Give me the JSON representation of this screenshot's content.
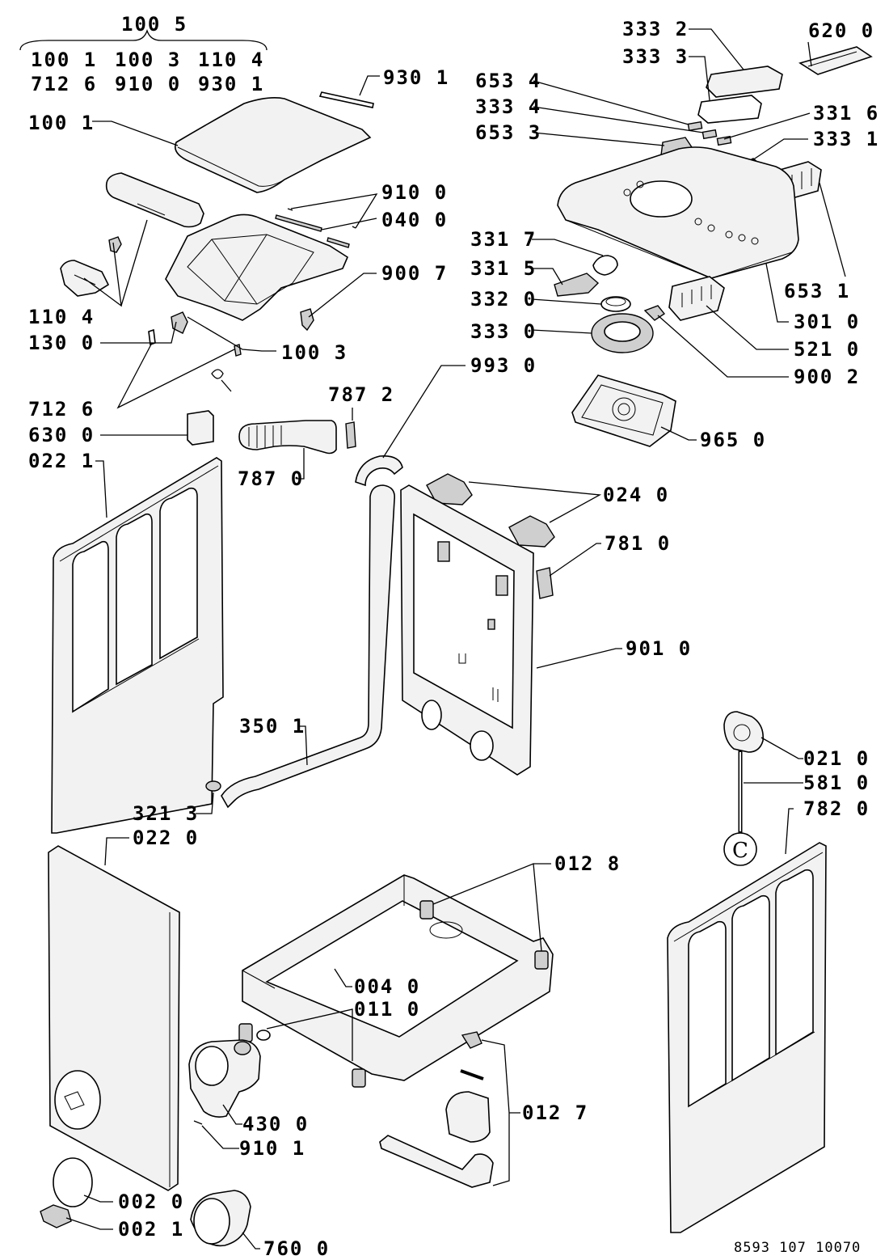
{
  "header": {
    "group_code": "100 5",
    "group_row1": [
      "100 1",
      "100 3",
      "110 4"
    ],
    "group_row2": [
      "712 6",
      "910 0",
      "930 1"
    ]
  },
  "labels": [
    {
      "id": "930-1",
      "text": "930 1"
    },
    {
      "id": "100-1",
      "text": "100 1"
    },
    {
      "id": "910-0",
      "text": "910 0"
    },
    {
      "id": "040-0",
      "text": "040 0"
    },
    {
      "id": "900-7",
      "text": "900 7"
    },
    {
      "id": "110-4",
      "text": "110 4"
    },
    {
      "id": "130-0",
      "text": "130 0"
    },
    {
      "id": "100-3",
      "text": "100 3"
    },
    {
      "id": "712-6",
      "text": "712 6"
    },
    {
      "id": "630-0",
      "text": "630 0"
    },
    {
      "id": "022-1",
      "text": "022 1"
    },
    {
      "id": "787-2",
      "text": "787 2"
    },
    {
      "id": "787-0",
      "text": "787 0"
    },
    {
      "id": "993-0",
      "text": "993 0"
    },
    {
      "id": "350-1",
      "text": "350 1"
    },
    {
      "id": "321-3",
      "text": "321 3"
    },
    {
      "id": "620-0",
      "text": "620 0"
    },
    {
      "id": "333-2",
      "text": "333 2"
    },
    {
      "id": "333-3",
      "text": "333 3"
    },
    {
      "id": "653-4",
      "text": "653 4"
    },
    {
      "id": "333-4",
      "text": "333 4"
    },
    {
      "id": "653-3",
      "text": "653 3"
    },
    {
      "id": "331-6",
      "text": "331 6"
    },
    {
      "id": "333-1",
      "text": "333 1"
    },
    {
      "id": "331-7",
      "text": "331 7"
    },
    {
      "id": "331-5",
      "text": "331 5"
    },
    {
      "id": "653-1",
      "text": "653 1"
    },
    {
      "id": "301-0",
      "text": "301 0"
    },
    {
      "id": "332-0",
      "text": "332 0"
    },
    {
      "id": "333-0",
      "text": "333 0"
    },
    {
      "id": "521-0",
      "text": "521 0"
    },
    {
      "id": "900-2",
      "text": "900 2"
    },
    {
      "id": "965-0",
      "text": "965 0"
    },
    {
      "id": "024-0",
      "text": "024 0"
    },
    {
      "id": "781-0",
      "text": "781 0"
    },
    {
      "id": "901-0",
      "text": "901 0"
    },
    {
      "id": "021-0",
      "text": "021 0"
    },
    {
      "id": "581-0",
      "text": "581 0"
    },
    {
      "id": "782-0",
      "text": "782 0"
    },
    {
      "id": "022-0",
      "text": "022 0"
    },
    {
      "id": "012-8",
      "text": "012 8"
    },
    {
      "id": "004-0",
      "text": "004 0"
    },
    {
      "id": "011-0",
      "text": "011 0"
    },
    {
      "id": "430-0",
      "text": "430 0"
    },
    {
      "id": "910-1",
      "text": "910 1"
    },
    {
      "id": "012-7",
      "text": "012 7"
    },
    {
      "id": "002-0",
      "text": "002 0"
    },
    {
      "id": "002-1",
      "text": "002 1"
    },
    {
      "id": "760-0",
      "text": "760 0"
    }
  ],
  "drawing_number": "8593 107 10070",
  "clip_letter": "C"
}
